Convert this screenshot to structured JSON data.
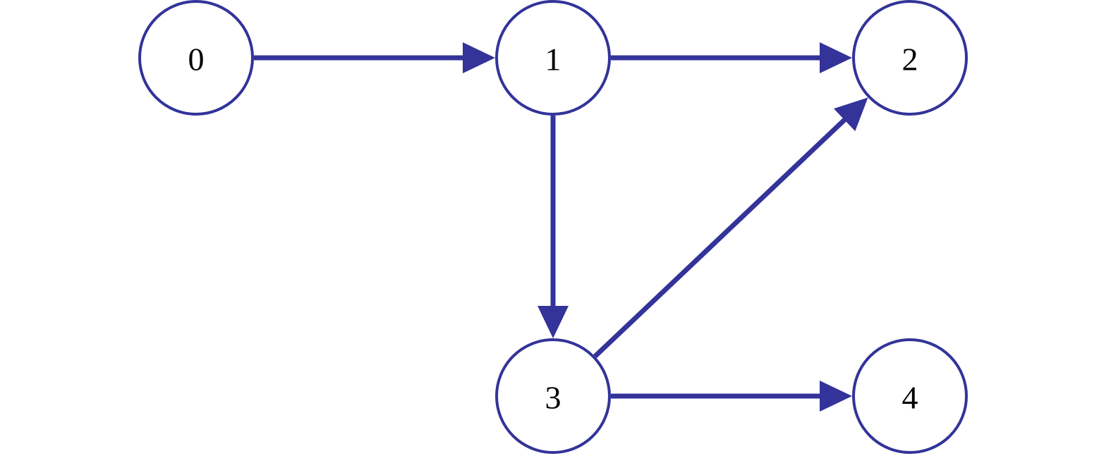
{
  "diagram": {
    "type": "directed-graph",
    "accent_color": "#33339a",
    "nodes": [
      {
        "id": "0",
        "label": "0"
      },
      {
        "id": "1",
        "label": "1"
      },
      {
        "id": "2",
        "label": "2"
      },
      {
        "id": "3",
        "label": "3"
      },
      {
        "id": "4",
        "label": "4"
      }
    ],
    "edges": [
      {
        "from": "0",
        "to": "1"
      },
      {
        "from": "1",
        "to": "2"
      },
      {
        "from": "1",
        "to": "3"
      },
      {
        "from": "3",
        "to": "2"
      },
      {
        "from": "3",
        "to": "4"
      }
    ]
  }
}
